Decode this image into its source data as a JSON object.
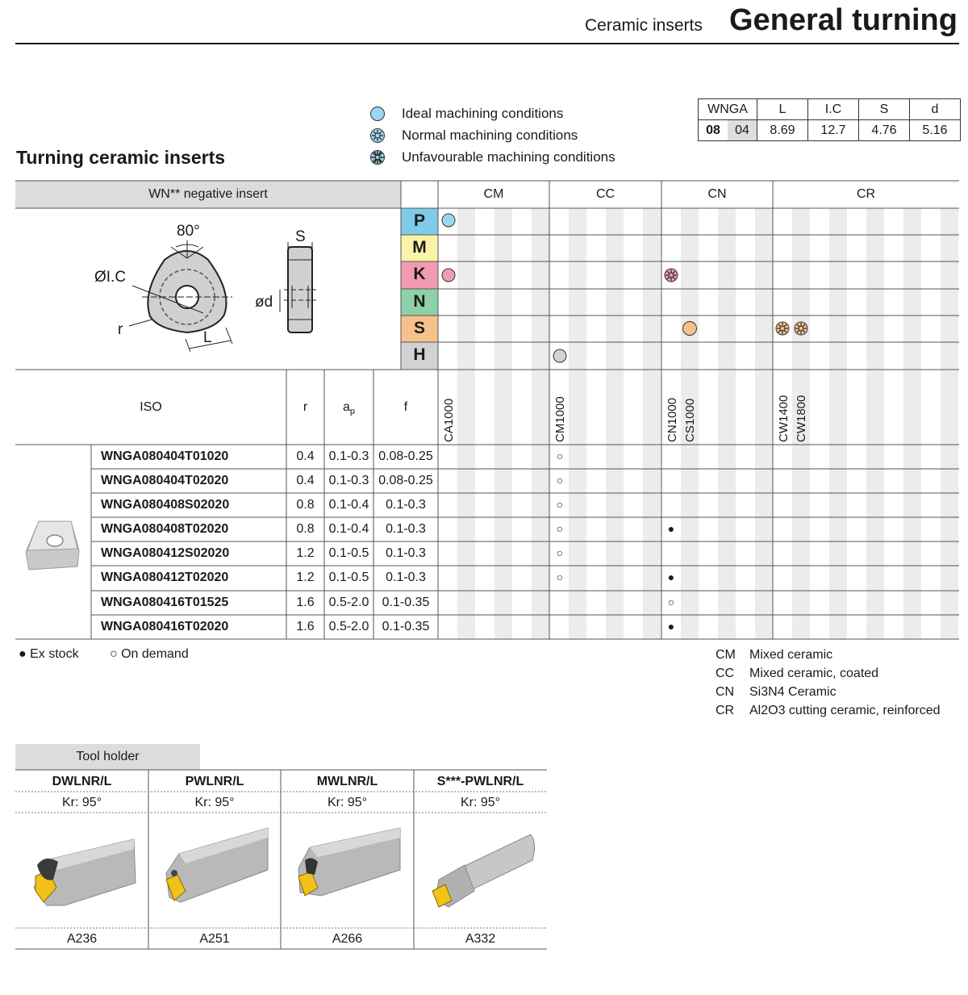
{
  "header": {
    "subtitle": "Ceramic inserts",
    "title": "General turning"
  },
  "section_title": "Turning ceramic inserts",
  "legend": [
    {
      "icon": "ideal-circle-icon",
      "label": "Ideal machining conditions"
    },
    {
      "icon": "normal-star-icon",
      "label": "Normal machining conditions"
    },
    {
      "icon": "unfavourable-star-icon",
      "label": "Unfavourable machining conditions"
    }
  ],
  "dimensions": {
    "headers": [
      "WNGA",
      "L",
      "I.C",
      "S",
      "d"
    ],
    "code_a": "08",
    "code_b": "04",
    "values": [
      "8.69",
      "12.7",
      "4.76",
      "5.16"
    ]
  },
  "insert_header": "WN** negative insert",
  "drawing_labels": {
    "angle": "80°",
    "ic": "ØI.C",
    "r": "r",
    "l": "L",
    "s": "S",
    "d": "ød"
  },
  "groups": [
    "CM",
    "CC",
    "CN",
    "CR"
  ],
  "materials": [
    {
      "letter": "P",
      "color": "#7fcbea"
    },
    {
      "letter": "M",
      "color": "#fbf3a8"
    },
    {
      "letter": "K",
      "color": "#f29bb0"
    },
    {
      "letter": "N",
      "color": "#8ed1a8"
    },
    {
      "letter": "S",
      "color": "#f6c18d"
    },
    {
      "letter": "H",
      "color": "#d2d2d2"
    }
  ],
  "columns_head": {
    "iso": "ISO",
    "r": "r",
    "ap": "a",
    "ap_sub": "p",
    "f": "f"
  },
  "grades": [
    "CA1000",
    "CM1000",
    "CN1000",
    "CS1000",
    "CW1400",
    "CW1800"
  ],
  "rows": [
    {
      "code": "WNGA080404T01020",
      "r": "0.4",
      "ap": "0.1-0.3",
      "f": "0.08-0.25",
      "avail": [
        "",
        "○",
        "",
        "",
        "",
        ""
      ]
    },
    {
      "code": "WNGA080404T02020",
      "r": "0.4",
      "ap": "0.1-0.3",
      "f": "0.08-0.25",
      "avail": [
        "",
        "○",
        "",
        "",
        "",
        ""
      ]
    },
    {
      "code": "WNGA080408S02020",
      "r": "0.8",
      "ap": "0.1-0.4",
      "f": "0.1-0.3",
      "avail": [
        "",
        "○",
        "",
        "",
        "",
        ""
      ]
    },
    {
      "code": "WNGA080408T02020",
      "r": "0.8",
      "ap": "0.1-0.4",
      "f": "0.1-0.3",
      "avail": [
        "",
        "○",
        "●",
        "",
        "",
        ""
      ]
    },
    {
      "code": "WNGA080412S02020",
      "r": "1.2",
      "ap": "0.1-0.5",
      "f": "0.1-0.3",
      "avail": [
        "",
        "○",
        "",
        "",
        "",
        ""
      ]
    },
    {
      "code": "WNGA080412T02020",
      "r": "1.2",
      "ap": "0.1-0.5",
      "f": "0.1-0.3",
      "avail": [
        "",
        "○",
        "●",
        "",
        "",
        ""
      ]
    },
    {
      "code": "WNGA080416T01525",
      "r": "1.6",
      "ap": "0.5-2.0",
      "f": "0.1-0.35",
      "avail": [
        "",
        "",
        "○",
        "",
        "",
        ""
      ]
    },
    {
      "code": "WNGA080416T02020",
      "r": "1.6",
      "ap": "0.5-2.0",
      "f": "0.1-0.35",
      "avail": [
        "",
        "",
        "●",
        "",
        "",
        ""
      ]
    }
  ],
  "stock_legend": {
    "ex_stock": "● Ex stock",
    "on_demand": "○ On demand"
  },
  "abbreviations": [
    {
      "code": "CM",
      "desc": "Mixed ceramic"
    },
    {
      "code": "CC",
      "desc": "Mixed ceramic, coated"
    },
    {
      "code": "CN",
      "desc": "Si3N4 Ceramic"
    },
    {
      "code": "CR",
      "desc": "Al2O3 cutting ceramic, reinforced"
    }
  ],
  "tool_holder": {
    "label": "Tool holder",
    "items": [
      {
        "name": "DWLNR/L",
        "kr": "Kr: 95°",
        "page": "A236"
      },
      {
        "name": "PWLNR/L",
        "kr": "Kr: 95°",
        "page": "A251"
      },
      {
        "name": "MWLNR/L",
        "kr": "Kr: 95°",
        "page": "A266"
      },
      {
        "name": "S***-PWLNR/L",
        "kr": "Kr: 95°",
        "page": "A332"
      }
    ]
  }
}
